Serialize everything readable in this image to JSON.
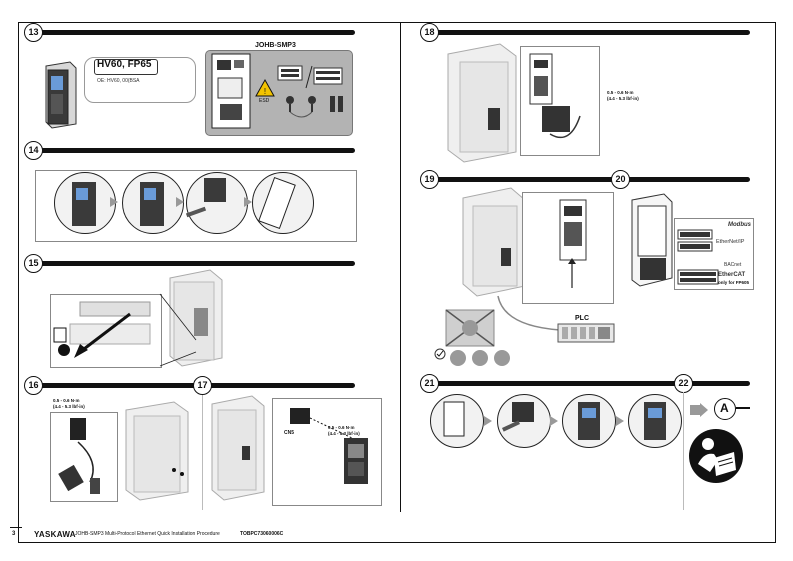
{
  "steps": {
    "s13": "13",
    "s14": "14",
    "s15": "15",
    "s16": "16",
    "s17": "17",
    "s18": "18",
    "s19": "19",
    "s20": "20",
    "s21": "21",
    "s22": "22"
  },
  "step13": {
    "model_label": "HV60, FP65",
    "model_sub": "OE: HV60, 00(BSA",
    "kit_title": "JOHB-SMP3",
    "esd_label": "ESD"
  },
  "torque": {
    "line1": "0.5 - 0.6 N·m",
    "line2": "(4.4 - 5.3 lbf·in)"
  },
  "step17": {
    "ch_label": "CN5"
  },
  "step19": {
    "plc_label": "PLC"
  },
  "step20": {
    "protocols": [
      "Modbus",
      "EtherNet/IP",
      "BACnet",
      "EtherCAT"
    ],
    "ethercat_note": "only for FP605"
  },
  "step22": {
    "ref_letter": "A"
  },
  "footer": {
    "page_number": "3",
    "brand": "YASKAWA",
    "doc_title": "JOHB-SMP3 Multi-Protocol Ethernet Quick Installation Procedure",
    "doc_code": "TOBPC73060006C"
  },
  "colors": {
    "bar": "#111111",
    "kit_bg": "#b3b3b3",
    "frame": "#666666"
  }
}
